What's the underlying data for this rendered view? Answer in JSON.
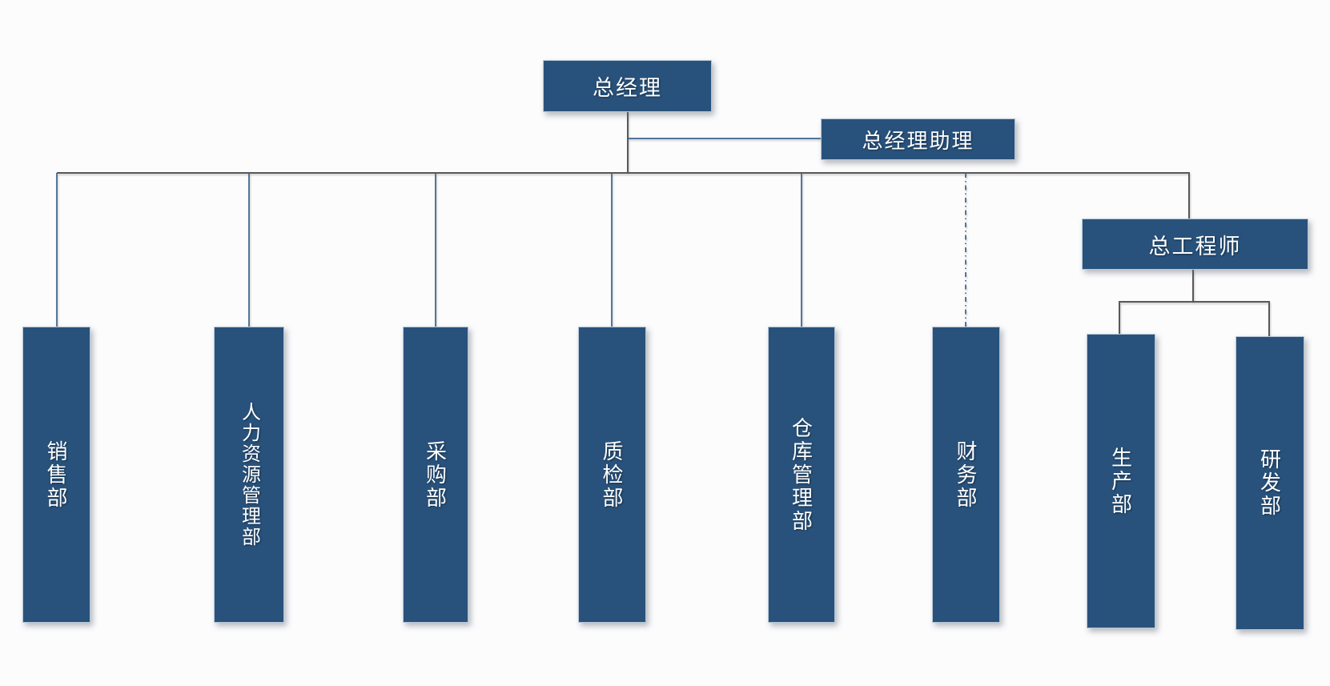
{
  "diagram": {
    "type": "org-chart",
    "nodes": {
      "general_manager": {
        "label": "总经理"
      },
      "gm_assistant": {
        "label": "总经理助理",
        "connector": "solid-blue-side-link"
      },
      "chief_engineer": {
        "label": "总工程师",
        "parent": "general_manager"
      },
      "departments": [
        {
          "label": "销售部",
          "parent": "general_manager",
          "connector": "solid"
        },
        {
          "label": "人力资源管理部",
          "parent": "general_manager",
          "connector": "solid"
        },
        {
          "label": "采购部",
          "parent": "general_manager",
          "connector": "solid"
        },
        {
          "label": "质检部",
          "parent": "general_manager",
          "connector": "solid"
        },
        {
          "label": "仓库管理部",
          "parent": "general_manager",
          "connector": "solid"
        },
        {
          "label": "财务部",
          "parent": "general_manager",
          "connector": "dash-dot"
        },
        {
          "label": "生产部",
          "parent": "chief_engineer",
          "connector": "solid"
        },
        {
          "label": "研发部",
          "parent": "chief_engineer",
          "connector": "solid"
        }
      ]
    },
    "colors": {
      "node_fill": "#28527C",
      "node_border": "#B7C7D6",
      "node_text": "#FFFFFF",
      "line_gray": "#595959",
      "line_blue": "#38628C",
      "background": "#FCFCFD"
    }
  }
}
